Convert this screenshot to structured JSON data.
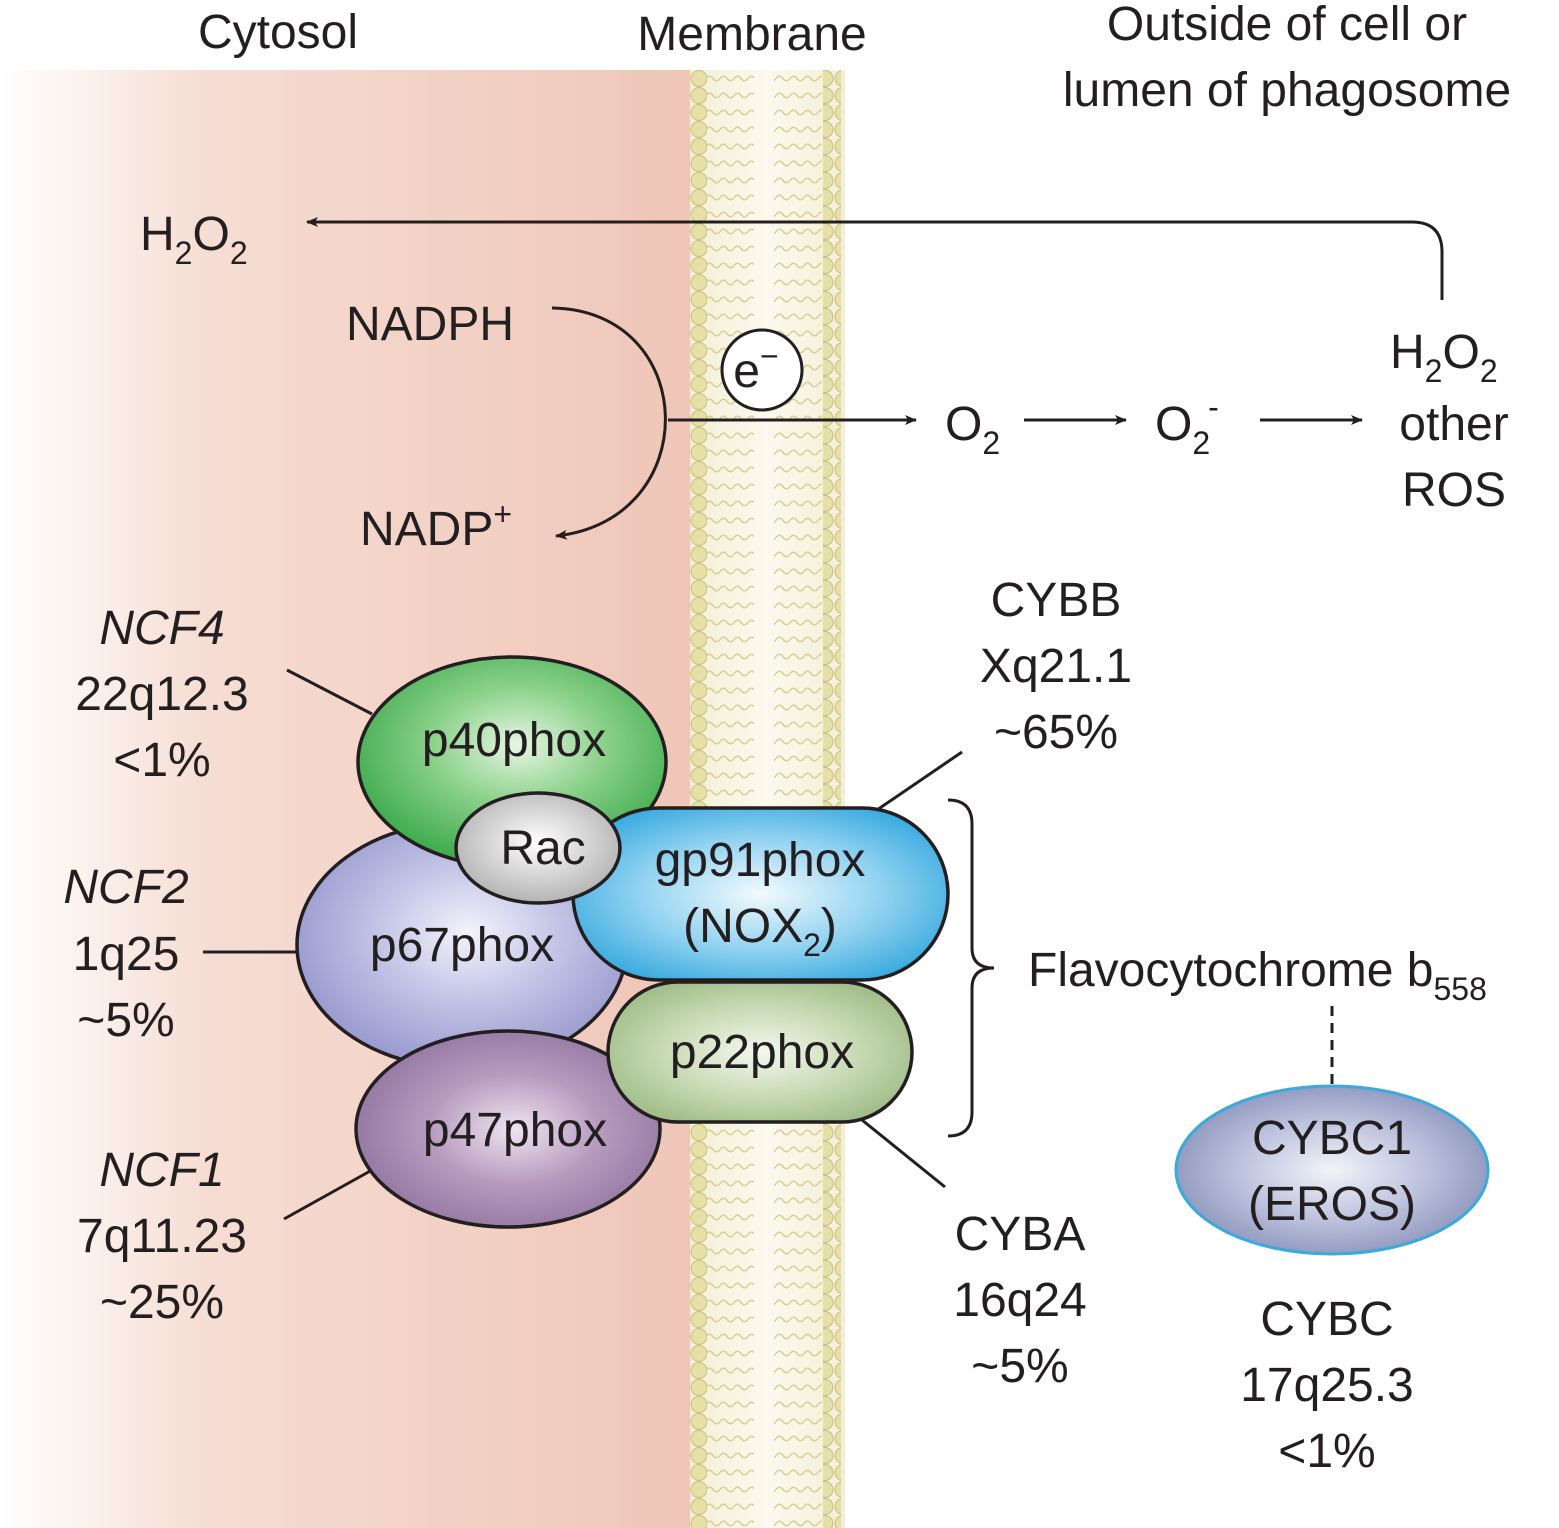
{
  "regions": {
    "cytosol": "Cytosol",
    "membrane": "Membrane",
    "outside_line1": "Outside of cell or",
    "outside_line2": "lumen of phagosome"
  },
  "reaction": {
    "h2o2_left": {
      "main": "H",
      "sub1": "2",
      "mid": "O",
      "sub2": "2"
    },
    "nadph": "NADPH",
    "nadp_main": "NADP",
    "nadp_sup": "+",
    "electron_main": "e",
    "electron_sup": "−",
    "o2": {
      "main": "O",
      "sub": "2"
    },
    "o2_radical": {
      "main": "O",
      "sub": "2",
      "sup": "-"
    },
    "h2o2_right": {
      "main": "H",
      "sub1": "2",
      "mid": "O",
      "sub2": "2"
    },
    "other": "other",
    "ros": "ROS"
  },
  "proteins": {
    "p40phox": "p40phox",
    "rac": "Rac",
    "p67phox": "p67phox",
    "p47phox": "p47phox",
    "gp91phox_line1": "gp91phox",
    "gp91phox_line2": {
      "open": "(NOX",
      "sub": "2",
      "close": ")"
    },
    "p22phox": "p22phox",
    "cybc1_line1": "CYBC1",
    "cybc1_line2": "(EROS)"
  },
  "genes": {
    "ncf4": {
      "name": "NCF4",
      "locus": "22q12.3",
      "freq": "<1%"
    },
    "ncf2": {
      "name": "NCF2",
      "locus": "1q25",
      "freq": "~5%"
    },
    "ncf1": {
      "name": "NCF1",
      "locus": "7q11.23",
      "freq": "~25%"
    },
    "cybb": {
      "name": "CYBB",
      "locus": "Xq21.1",
      "freq": "~65%"
    },
    "cyba": {
      "name": "CYBA",
      "locus": "16q24",
      "freq": "~5%"
    },
    "cybc": {
      "name": "CYBC",
      "locus": "17q25.3",
      "freq": "<1%"
    }
  },
  "flavocytochrome": {
    "main": "Flavocytochrome b",
    "sub": "558"
  },
  "colors": {
    "cytosol": "#f0c9bc",
    "membrane_head": "#e4dda4",
    "p40phox": "#3fb14f",
    "p67phox": "#9b9bd1",
    "p47phox": "#9a7aa6",
    "rac": "#bcbcbc",
    "gp91phox": "#3eaee0",
    "p22phox": "#a7c28c",
    "cybc1": "#8d96bf"
  }
}
